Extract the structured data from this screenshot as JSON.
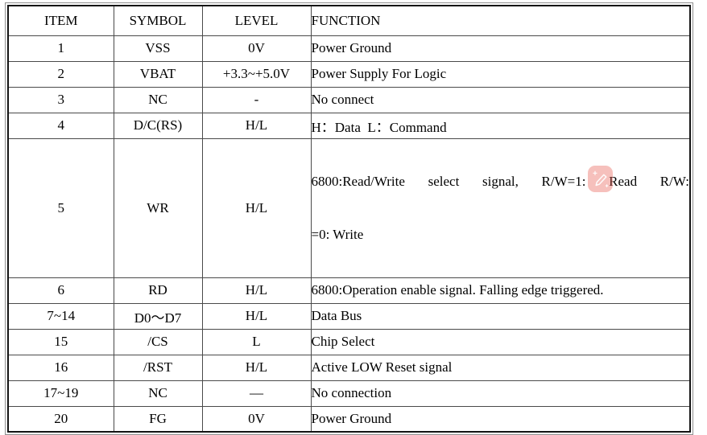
{
  "page": {
    "background": "#ffffff",
    "description": "Datasheet pin interface table"
  },
  "table": {
    "headers": [
      "ITEM",
      "SYMBOL",
      "LEVEL",
      "FUNCTION"
    ],
    "rows": [
      {
        "item": "1",
        "symbol": "VSS",
        "level": "0V",
        "function": "Power Ground"
      },
      {
        "item": "2",
        "symbol": "VBAT",
        "level": "+3.3~+5.0V",
        "function": "Power Supply For Logic"
      },
      {
        "item": "3",
        "symbol": "NC",
        "level": "-",
        "function": "No connect"
      },
      {
        "item": "4",
        "symbol": "D/C(RS)",
        "level": "H/L",
        "function": "H：Data  L：Command"
      },
      {
        "item": "5",
        "symbol": "WR",
        "level": "H/L",
        "function": "6800:Read/Write select signal, R/W=1: Read R/W:",
        "function_line2": "=0: Write"
      },
      {
        "item": "6",
        "symbol": "RD",
        "level": "H/L",
        "function": "6800:Operation enable signal. Falling edge triggered."
      },
      {
        "item": "7~14",
        "symbol": "D0～D7",
        "level": "H/L",
        "function": "Data Bus"
      },
      {
        "item": "15",
        "symbol": "/CS",
        "level": "L",
        "function": "Chip Select"
      },
      {
        "item": "16",
        "symbol": "/RST",
        "level": "H/L",
        "function": "Active LOW Reset signal"
      },
      {
        "item": "17~19",
        "symbol": "NC",
        "level": "—",
        "function": "No connection"
      },
      {
        "item": "20",
        "symbol": "FG",
        "level": "0V",
        "function": "Power Ground"
      }
    ]
  },
  "watermark": {
    "icon": "edit-pencil-icon",
    "background_color": "#e96a60",
    "glyph_color": "#ffffff"
  },
  "colors": {
    "grid_line": "#4a4a4a",
    "inner_border": "#141414",
    "outer_border": "#8f8f8f",
    "text": "#000000"
  }
}
